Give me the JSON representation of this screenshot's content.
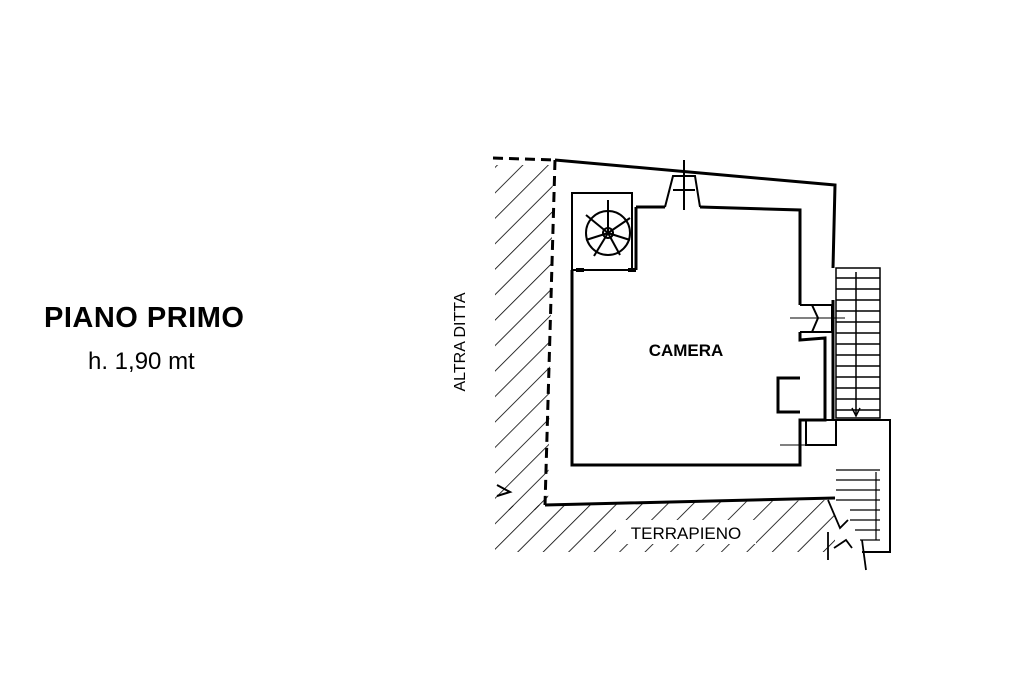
{
  "floor": {
    "name": "PIANO PRIMO",
    "height": "h. 1,90 mt"
  },
  "rooms": {
    "camera": "CAMERA"
  },
  "boundaries": {
    "left": "ALTRA DITTA",
    "bottom": "TERRAPIENO"
  },
  "colors": {
    "ink": "#000000",
    "paper": "#ffffff"
  }
}
